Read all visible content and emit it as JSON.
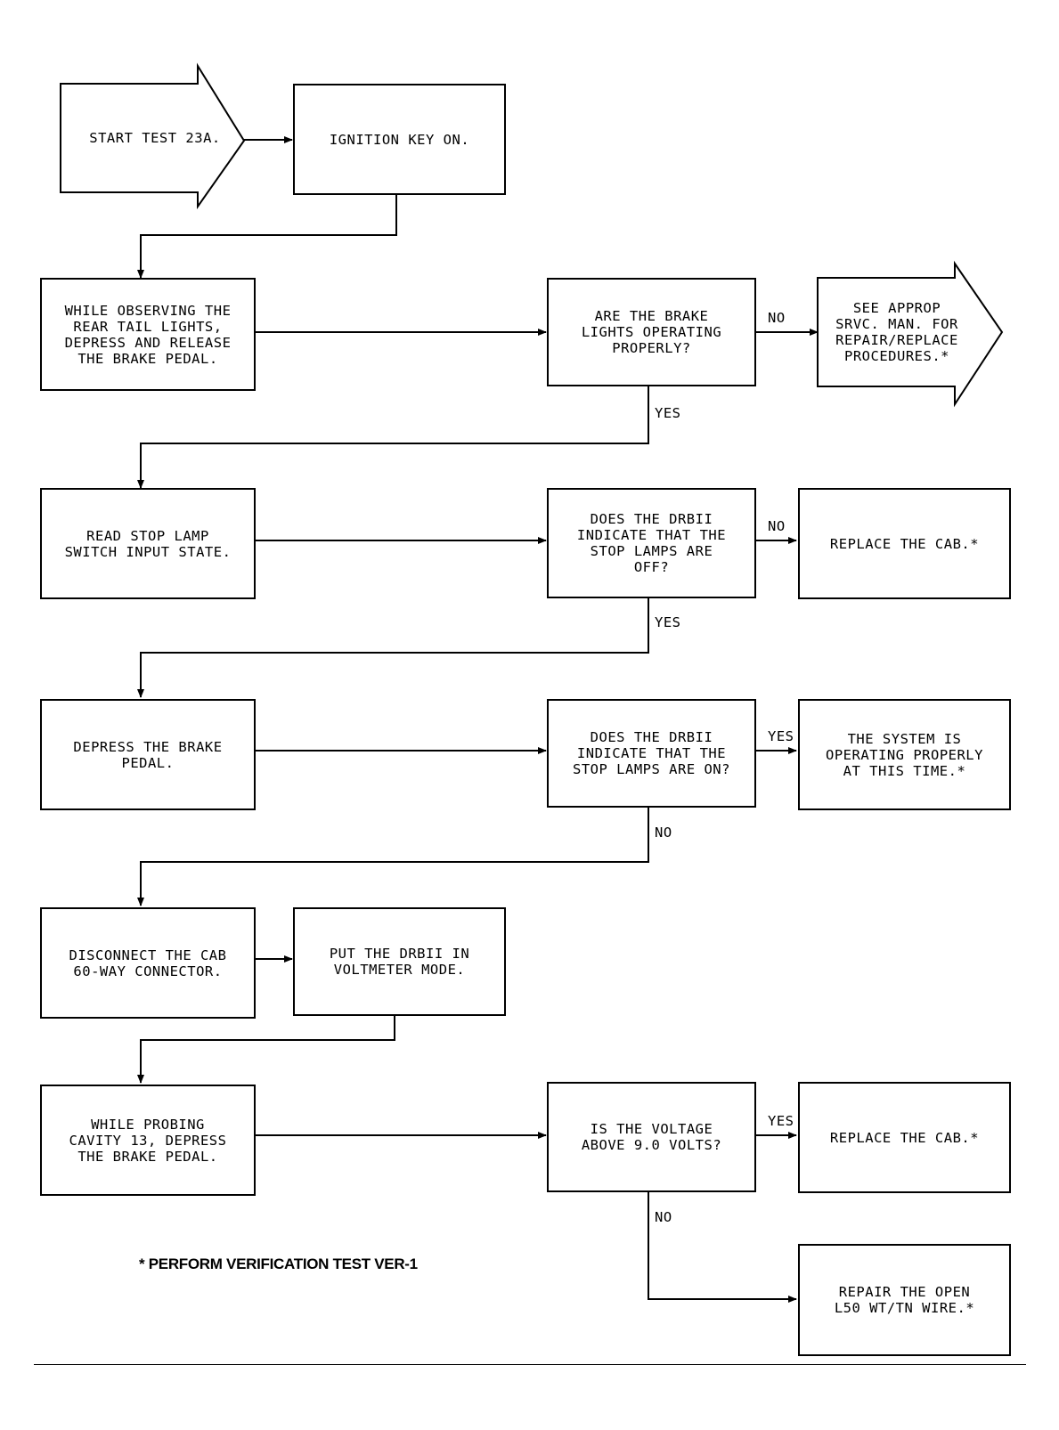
{
  "start": "START TEST 23A.",
  "ignition": "IGNITION KEY ON.",
  "observe": "WHILE OBSERVING THE\nREAR TAIL LIGHTS,\nDEPRESS AND RELEASE\nTHE BRAKE PEDAL.",
  "q_brake_lights": "ARE THE BRAKE\nLIGHTS OPERATING\nPROPERLY?",
  "see_manual": "SEE APPROP\nSRVC. MAN. FOR\nREPAIR/REPLACE\nPROCEDURES.*",
  "read_stop": "READ STOP LAMP\nSWITCH INPUT STATE.",
  "q_lamps_off": "DOES THE DRBII\nINDICATE THAT THE\nSTOP LAMPS ARE\nOFF?",
  "replace_cab_1": "REPLACE THE CAB.*",
  "depress": "DEPRESS THE BRAKE\nPEDAL.",
  "q_lamps_on": "DOES THE DRBII\nINDICATE THAT THE\nSTOP LAMPS ARE ON?",
  "system_ok": "THE SYSTEM IS\nOPERATING PROPERLY\nAT THIS TIME.*",
  "disconnect": "DISCONNECT THE CAB\n60-WAY CONNECTOR.",
  "voltmeter": "PUT THE DRBII IN\nVOLTMETER MODE.",
  "probe": "WHILE PROBING\nCAVITY 13, DEPRESS\nTHE BRAKE PEDAL.",
  "q_voltage": "IS THE VOLTAGE\nABOVE 9.0 VOLTS?",
  "replace_cab_2": "REPLACE THE CAB.*",
  "repair_wire": "REPAIR THE OPEN\nL50 WT/TN WIRE.*",
  "labels": {
    "no1": "NO",
    "yes1": "YES",
    "no2": "NO",
    "yes2": "YES",
    "yes3": "YES",
    "no3": "NO",
    "yes4": "YES",
    "no4": "NO"
  },
  "footnote": "* PERFORM VERIFICATION TEST VER-1"
}
